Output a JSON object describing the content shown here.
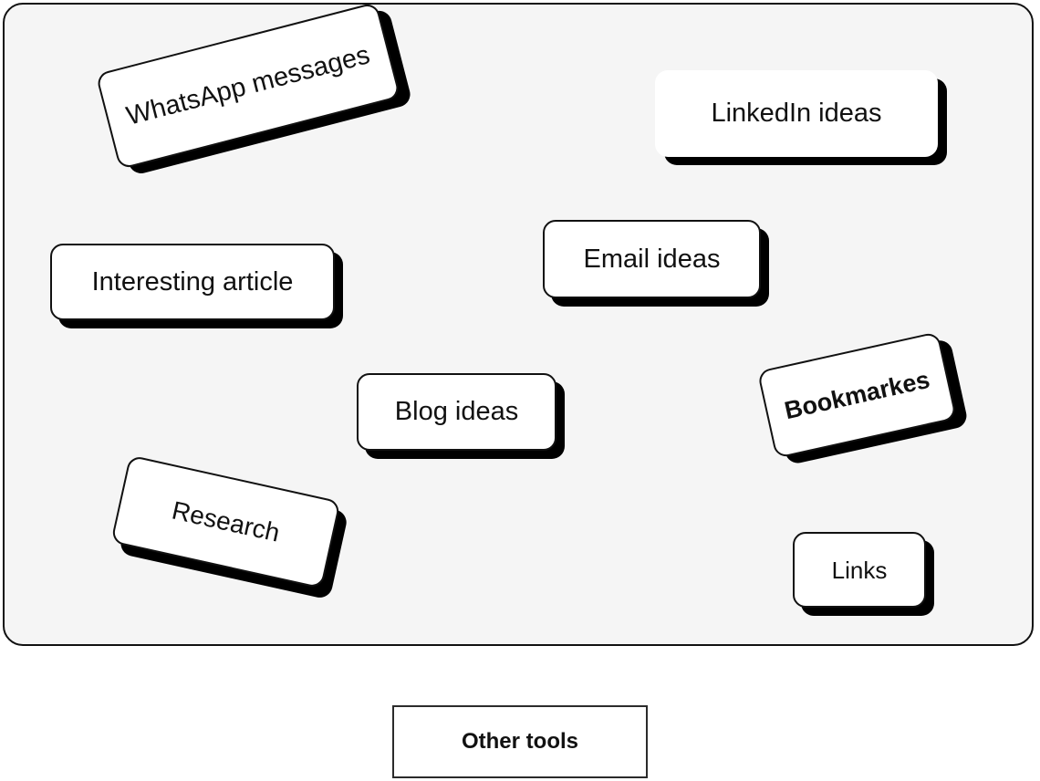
{
  "board": {
    "name": "idea-board",
    "background_color": "#f5f5f5",
    "border_color": "#111111",
    "cards": [
      {
        "id": "whatsapp",
        "label": "WhatsApp messages",
        "rotation_deg": -14.5,
        "has_border": true,
        "weight": "light",
        "shadow_color": "#000000"
      },
      {
        "id": "linkedin",
        "label": "LinkedIn ideas",
        "rotation_deg": 0,
        "has_border": false,
        "weight": "light",
        "shadow_color": "#000000"
      },
      {
        "id": "interesting",
        "label": "Interesting article",
        "rotation_deg": 0,
        "has_border": true,
        "weight": "light",
        "shadow_color": "#000000"
      },
      {
        "id": "email",
        "label": "Email ideas",
        "rotation_deg": 0,
        "has_border": true,
        "weight": "light",
        "shadow_color": "#000000"
      },
      {
        "id": "blog",
        "label": "Blog ideas",
        "rotation_deg": 0,
        "has_border": true,
        "weight": "light",
        "shadow_color": "#000000"
      },
      {
        "id": "bookmarkes",
        "label": "Bookmarkes",
        "rotation_deg": -12.5,
        "has_border": true,
        "weight": "medium",
        "shadow_color": "#000000"
      },
      {
        "id": "research",
        "label": "Research",
        "rotation_deg": 12.5,
        "has_border": true,
        "weight": "light",
        "shadow_color": "#000000"
      },
      {
        "id": "links",
        "label": "Links",
        "rotation_deg": 0,
        "has_border": true,
        "weight": "light",
        "shadow_color": "#000000"
      }
    ]
  },
  "footer": {
    "other_tools_label": "Other tools",
    "border_color": "#2b2b2b"
  }
}
